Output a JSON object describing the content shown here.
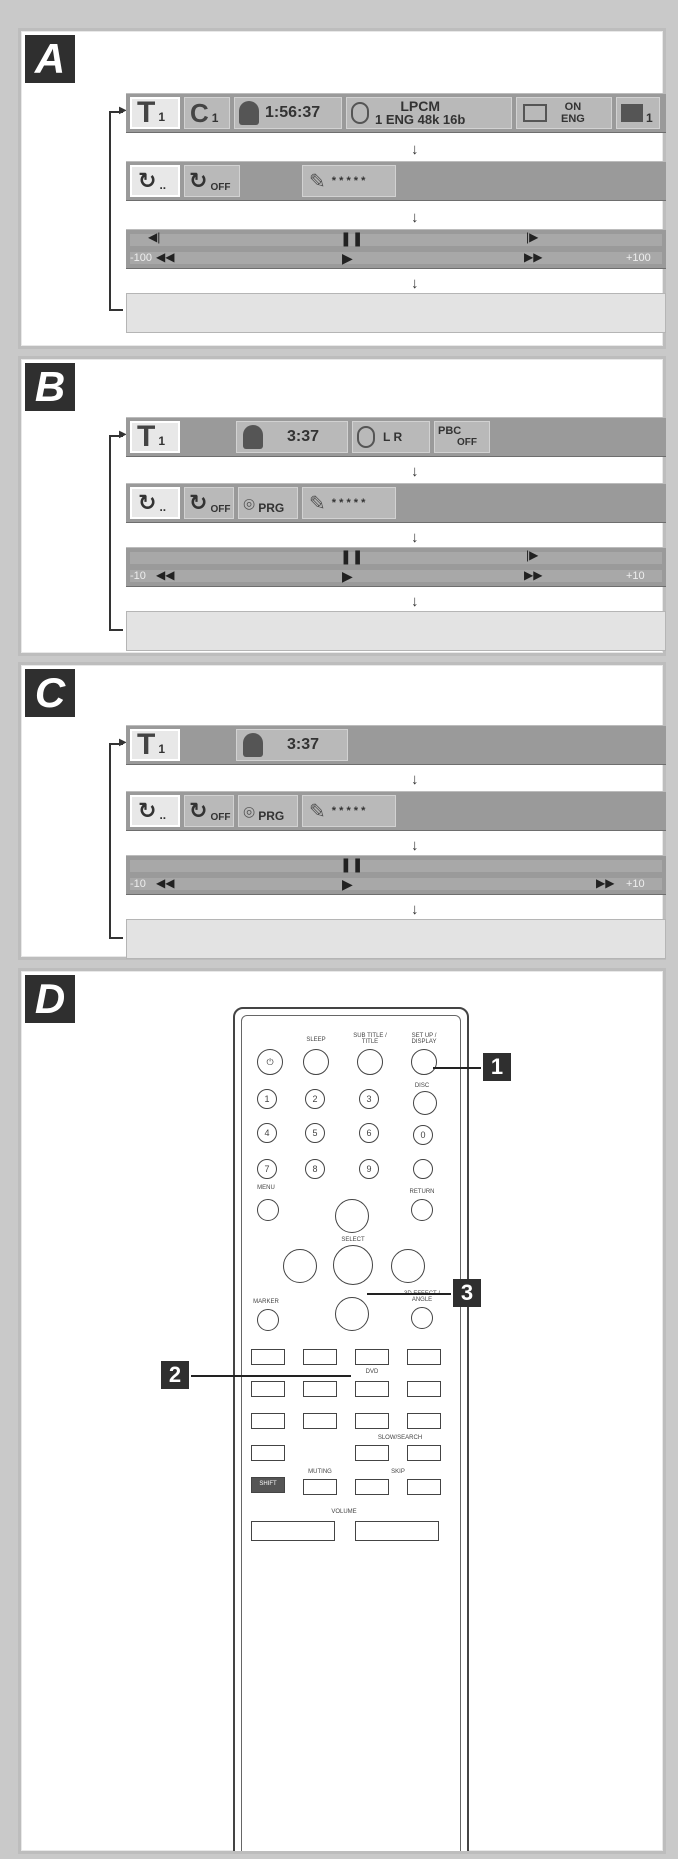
{
  "panels": {
    "a": {
      "letter": "A",
      "row1": {
        "title_num": "1",
        "chapter_num": "1",
        "time": "1:56:37",
        "audio_top": "LPCM",
        "audio_bottom": "1 ENG 48k 16b",
        "subtitle_top": "ON",
        "subtitle_bottom": "ENG",
        "angle_num": "1"
      },
      "row2": {
        "repeat_off": "OFF",
        "stars": "* * * * *"
      },
      "row3": {
        "left_speed": "-100",
        "right_speed": "+100"
      }
    },
    "b": {
      "letter": "B",
      "row1": {
        "title_num": "1",
        "time": "3:37",
        "audio": "L R",
        "pbc_top": "PBC",
        "pbc_bottom": "OFF"
      },
      "row2": {
        "repeat_off": "OFF",
        "prg": "PRG",
        "stars": "* * * * *"
      },
      "row3": {
        "left_speed": "-10",
        "right_speed": "+10"
      }
    },
    "c": {
      "letter": "C",
      "row1": {
        "title_num": "1",
        "time": "3:37"
      },
      "row2": {
        "repeat_off": "OFF",
        "prg": "PRG",
        "stars": "* * * * *"
      },
      "row3": {
        "left_speed": "-10",
        "right_speed": "+10"
      }
    },
    "d": {
      "letter": "D",
      "callouts": [
        "1",
        "2",
        "3"
      ],
      "remote_labels": {
        "power": "⏻",
        "sleep": "SLEEP",
        "subtitle": "SUB TITLE / TITLE",
        "setup": "SET UP / DISPLAY",
        "disc": "DISC",
        "menu": "MENU",
        "return": "RETURN",
        "select": "SELECT",
        "marker": "MARKER",
        "angle": "3D EFFECT / ANGLE",
        "dvd": "DVD",
        "shift": "SHIFT",
        "muting": "MUTING",
        "skip": "SKIP",
        "slow": "SLOW/SEARCH",
        "volume": "VOLUME"
      },
      "digits": [
        "1",
        "2",
        "3",
        "4",
        "5",
        "6",
        "7",
        "8",
        "9",
        "0"
      ]
    }
  }
}
